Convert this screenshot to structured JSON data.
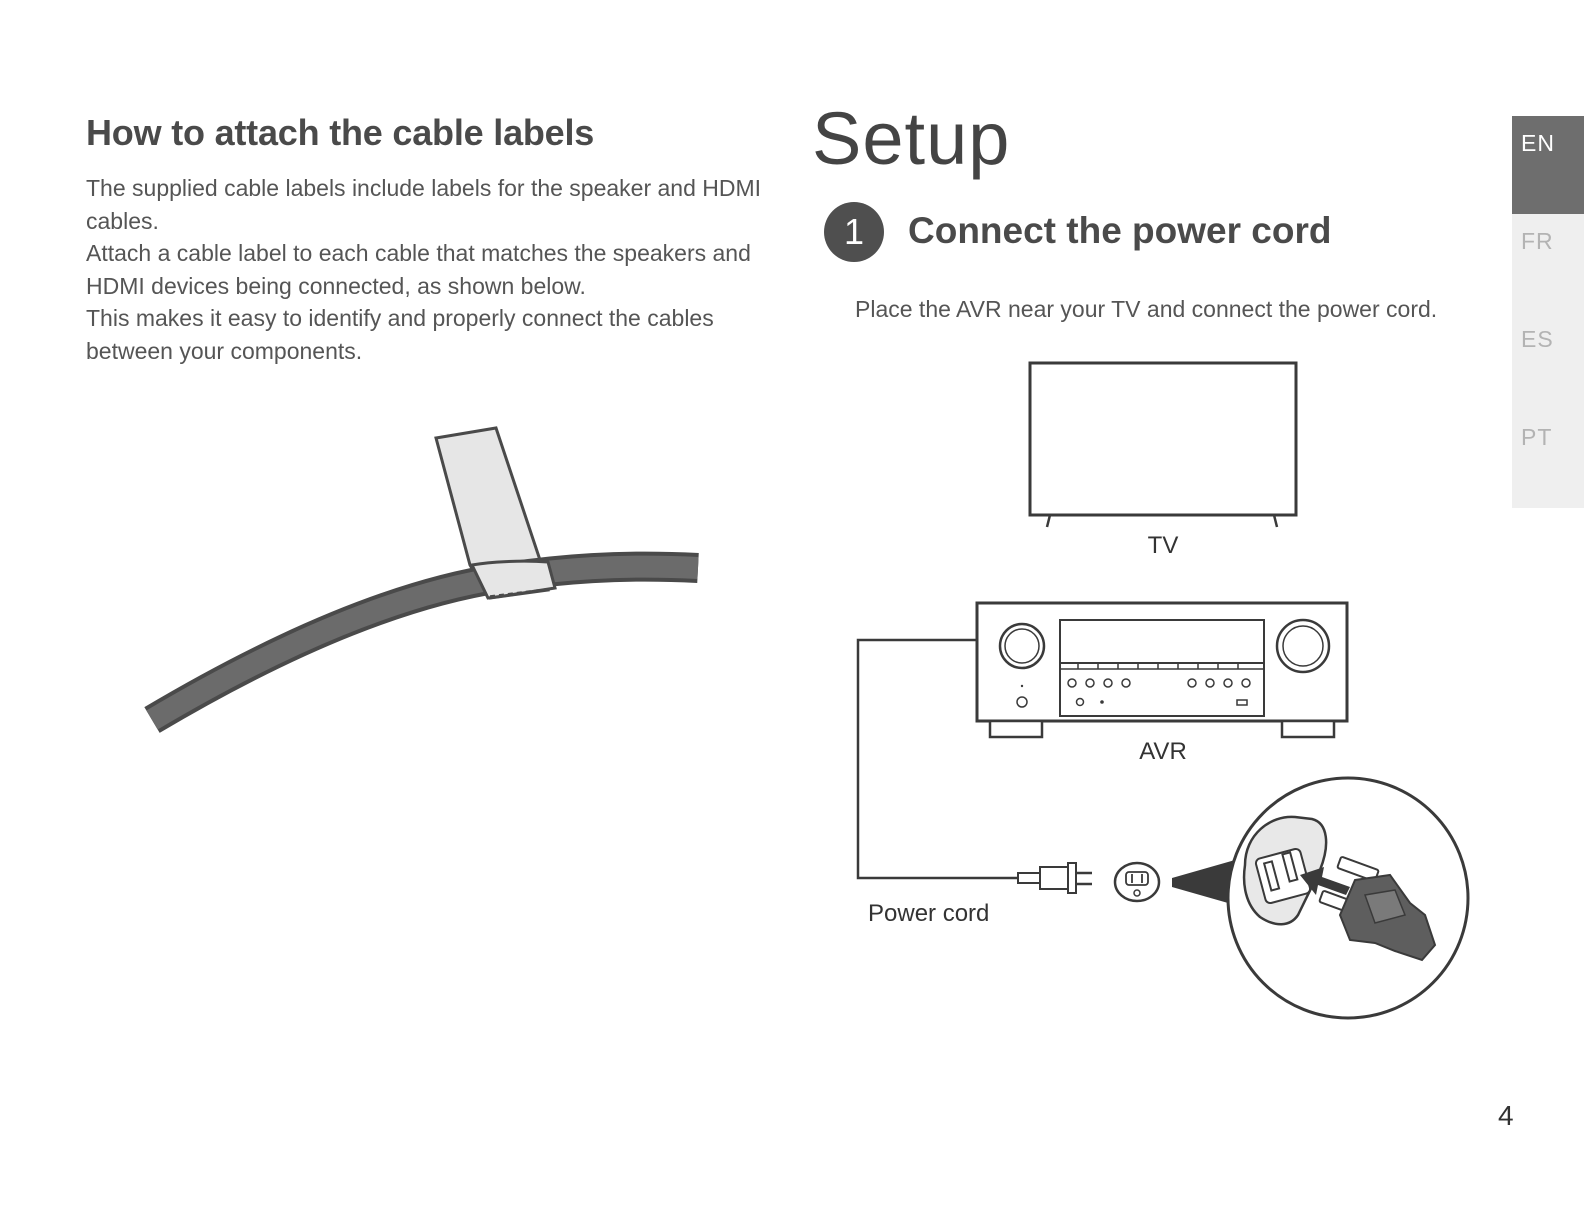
{
  "left": {
    "heading": "How to attach the cable labels",
    "paragraphs": [
      "The supplied cable labels include labels for the speaker and HDMI cables.",
      "Attach a cable label to each cable that matches the speakers and HDMI devices being connected, as shown below.",
      "This makes it easy to identify and properly connect the cables between your components."
    ]
  },
  "right": {
    "title": "Setup",
    "step": {
      "number": "1",
      "heading": "Connect the power cord",
      "description": "Place the AVR near your TV and connect the power cord."
    },
    "diagram": {
      "tv_label": "TV",
      "avr_label": "AVR",
      "power_cord_label": "Power cord"
    }
  },
  "language_tabs": [
    {
      "label": "EN",
      "active": true
    },
    {
      "label": "FR",
      "active": false
    },
    {
      "label": "ES",
      "active": false
    },
    {
      "label": "PT",
      "active": false
    }
  ],
  "page_number": "4"
}
